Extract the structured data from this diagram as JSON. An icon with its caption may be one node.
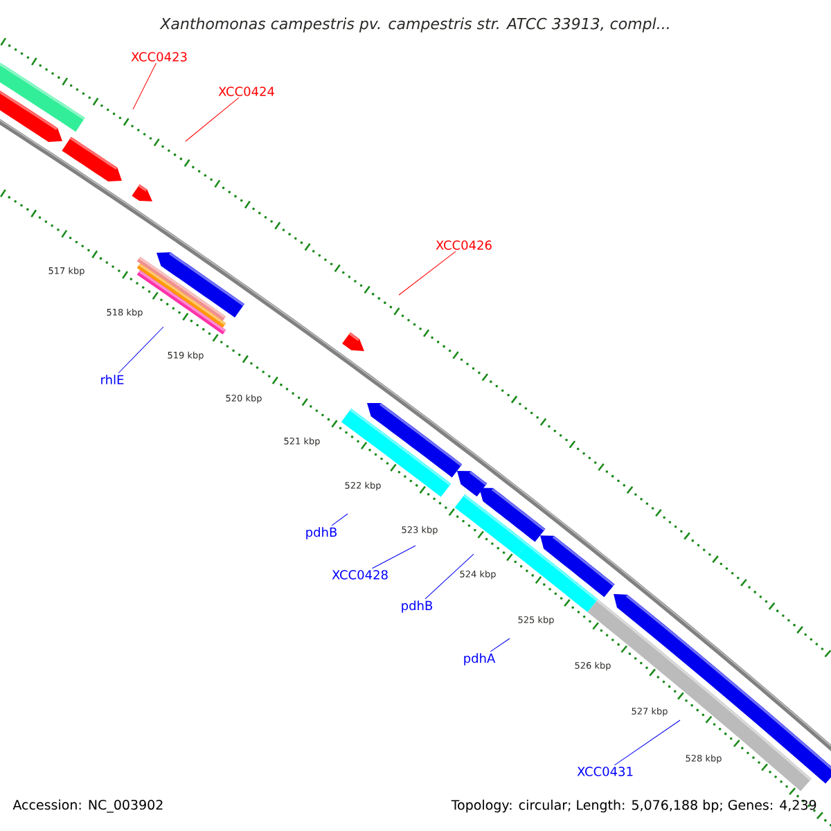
{
  "diagram": {
    "title": "Xanthomonas campestris pv. campestris str. ATCC 33913, compl...",
    "nodes": [
      {
        "text": [
          "XCC0423"
        ]
      },
      {
        "text": [
          "XCC0424"
        ]
      },
      {
        "text": [
          "XCC0426"
        ]
      },
      {
        "text": [
          "rhlE"
        ]
      },
      {
        "text": [
          "pdhB"
        ]
      },
      {
        "text": [
          "XCC0428"
        ]
      },
      {
        "text": [
          "pdhB"
        ]
      },
      {
        "text": [
          "pdhA"
        ]
      },
      {
        "text": [
          "XCC0431"
        ]
      }
    ],
    "edges": [
      {
        "from": 0,
        "to": null,
        "arrow": "none",
        "color": "#ff0000"
      },
      {
        "from": 1,
        "to": null,
        "arrow": "none",
        "color": "#ff0000"
      },
      {
        "from": 2,
        "to": null,
        "arrow": "none",
        "color": "#ff0000"
      },
      {
        "from": 3,
        "to": null,
        "arrow": "none"
      },
      {
        "from": 4,
        "to": null,
        "arrow": "none"
      },
      {
        "from": 5,
        "to": null,
        "arrow": "none"
      },
      {
        "from": 6,
        "to": null,
        "arrow": "none"
      },
      {
        "from": 7,
        "to": null,
        "arrow": "none"
      },
      {
        "from": 8,
        "to": null,
        "arrow": "none"
      }
    ],
    "labels": [
      "517 kbp",
      "518 kbp",
      "519 kbp",
      "520 kbp",
      "521 kbp",
      "522 kbp",
      "523 kbp",
      "524 kbp",
      "525 kbp",
      "526 kbp",
      "527 kbp",
      "528 kbp",
      "Accession: NC_003902",
      "Topology: circular; Length: 5,076,188 bp; Genes: 4,239"
    ]
  }
}
